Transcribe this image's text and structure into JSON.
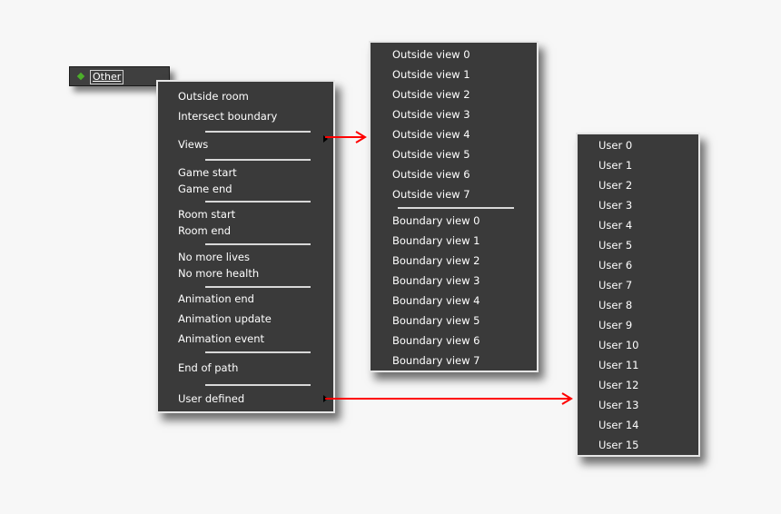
{
  "event_button": {
    "label": "Other"
  },
  "main_menu": {
    "items": [
      {
        "label": "Outside room"
      },
      {
        "label": "Intersect boundary"
      },
      {
        "label": "Views",
        "submenu": true
      },
      {
        "label": "Game start"
      },
      {
        "label": "Game end"
      },
      {
        "label": "Room start"
      },
      {
        "label": "Room end"
      },
      {
        "label": "No more lives"
      },
      {
        "label": "No more health"
      },
      {
        "label": "Animation end"
      },
      {
        "label": "Animation update"
      },
      {
        "label": "Animation event"
      },
      {
        "label": "End of path"
      },
      {
        "label": "User defined",
        "submenu": true
      }
    ]
  },
  "views_menu": {
    "items": [
      {
        "label": "Outside view 0"
      },
      {
        "label": "Outside view 1"
      },
      {
        "label": "Outside view 2"
      },
      {
        "label": "Outside view 3"
      },
      {
        "label": "Outside view 4"
      },
      {
        "label": "Outside view 5"
      },
      {
        "label": "Outside view 6"
      },
      {
        "label": "Outside view 7"
      },
      {
        "label": "Boundary view 0"
      },
      {
        "label": "Boundary view 1"
      },
      {
        "label": "Boundary view 2"
      },
      {
        "label": "Boundary view 3"
      },
      {
        "label": "Boundary view 4"
      },
      {
        "label": "Boundary view 5"
      },
      {
        "label": "Boundary view 6"
      },
      {
        "label": "Boundary view 7"
      }
    ]
  },
  "user_menu": {
    "items": [
      {
        "label": "User 0"
      },
      {
        "label": "User 1"
      },
      {
        "label": "User 2"
      },
      {
        "label": "User 3"
      },
      {
        "label": "User 4"
      },
      {
        "label": "User 5"
      },
      {
        "label": "User 6"
      },
      {
        "label": "User 7"
      },
      {
        "label": "User 8"
      },
      {
        "label": "User 9"
      },
      {
        "label": "User 10"
      },
      {
        "label": "User 11"
      },
      {
        "label": "User 12"
      },
      {
        "label": "User 13"
      },
      {
        "label": "User 14"
      },
      {
        "label": "User 15"
      }
    ]
  },
  "colors": {
    "menu_background": "#3a3a3a",
    "menu_border": "#e6e6e6",
    "menu_text": "#ffffff",
    "pointer_arrow": "#ff0000",
    "event_icon": "#4caf2a"
  }
}
